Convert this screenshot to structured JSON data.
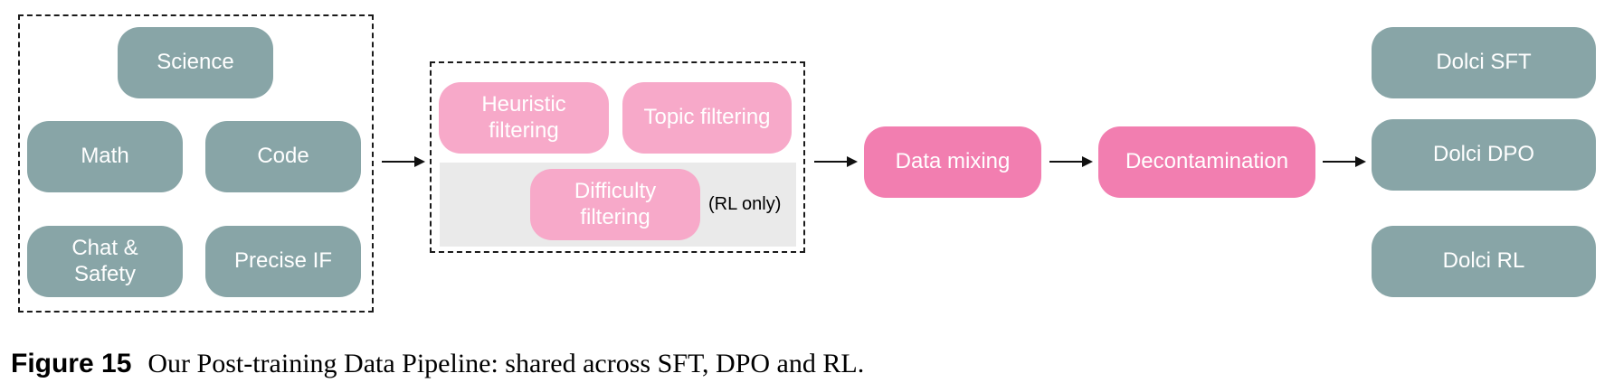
{
  "sources": {
    "science": "Science",
    "math": "Math",
    "code": "Code",
    "chat_safety": "Chat &\nSafety",
    "precise_if": "Precise IF"
  },
  "filtering": {
    "heuristic": "Heuristic\nfiltering",
    "topic": "Topic filtering",
    "difficulty": "Difficulty\nfiltering",
    "rl_only_note": "(RL only)"
  },
  "steps": {
    "data_mixing": "Data mixing",
    "decontamination": "Decontamination"
  },
  "outputs": {
    "sft": "Dolci SFT",
    "dpo": "Dolci DPO",
    "rl": "Dolci RL"
  },
  "caption": {
    "label": "Figure 15",
    "text": "Our Post-training Data Pipeline: shared across SFT, DPO and RL."
  },
  "colors": {
    "teal": "#88a5a7",
    "pink_light": "#f7a9c9",
    "pink_mid": "#f27eb0",
    "gray_panel": "#eaeaea"
  }
}
